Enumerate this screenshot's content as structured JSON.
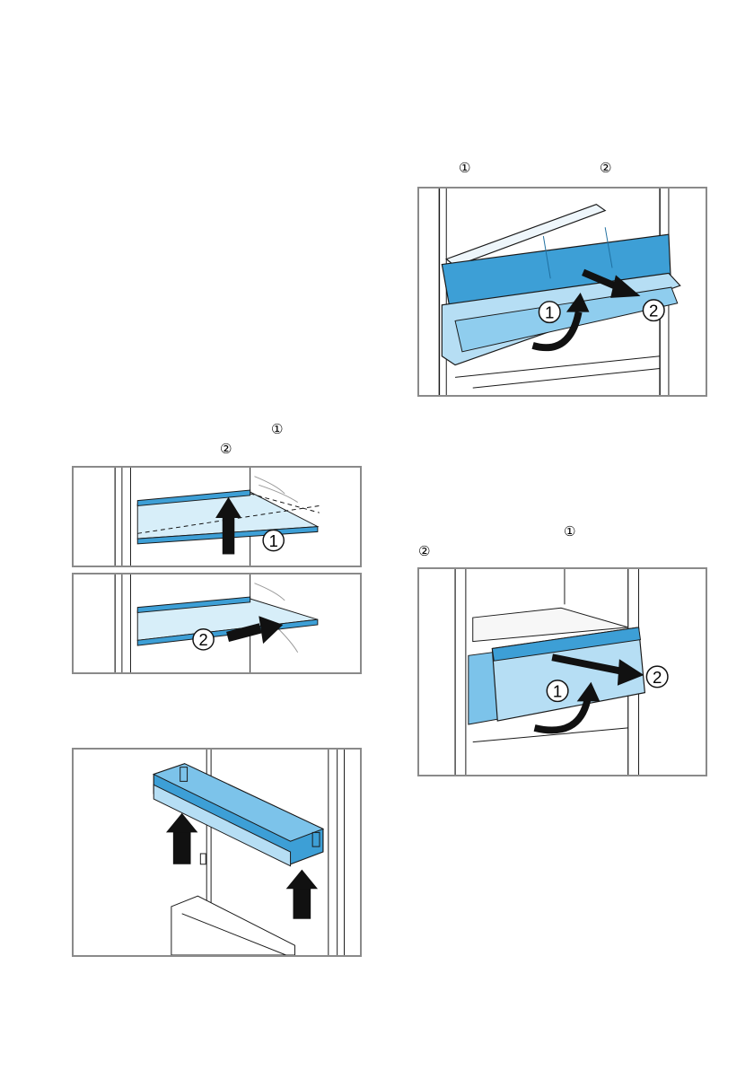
{
  "markers": {
    "one": "①",
    "two": "②"
  },
  "figure_labels": {
    "one": "1",
    "two": "2"
  },
  "colors": {
    "frame": "#8a8a8a",
    "blue_dark": "#3d9fd6",
    "blue_mid": "#7cc3ea",
    "blue_light": "#b6def4",
    "blue_pale": "#d7eef9",
    "line": "#1a1a1a",
    "arrow": "#111111"
  },
  "figures": [
    {
      "id": "drawer-top",
      "content": "drawer-remove-top"
    },
    {
      "id": "shelf-lift",
      "content": "glass-shelf-lift"
    },
    {
      "id": "shelf-pull",
      "content": "glass-shelf-pull"
    },
    {
      "id": "door-shelf",
      "content": "door-shelf-lift"
    },
    {
      "id": "drawer-bottom",
      "content": "drawer-remove-bottom"
    }
  ]
}
